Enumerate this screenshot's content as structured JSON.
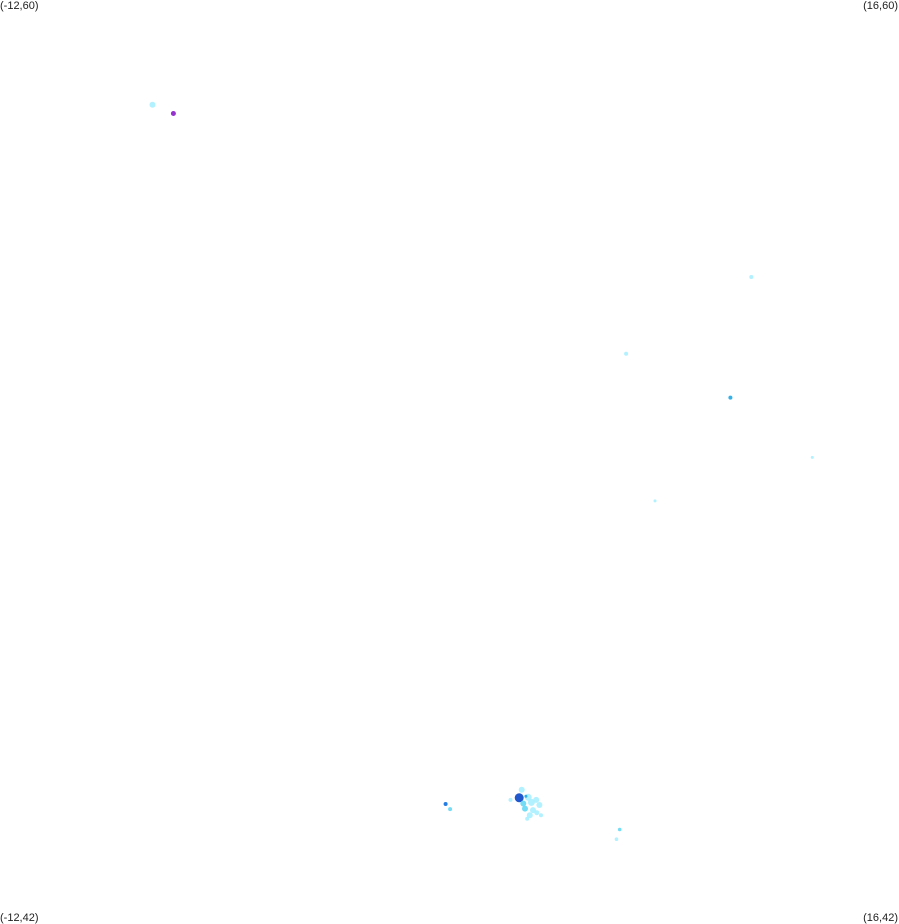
{
  "map": {
    "corner_labels": {
      "top_left": "(-12,60)",
      "top_right": "(16,60)",
      "bottom_left": "(-12,42)",
      "bottom_right": "(16,42)"
    },
    "extent": {
      "lon_min": -12,
      "lon_max": 16,
      "lat_min": 42,
      "lat_max": 60
    },
    "colors": {
      "very_light": "#aaf0ff",
      "light": "#66d8f5",
      "medium": "#1fa8e8",
      "strong": "#0d6fe0",
      "dark": "#0a46c8",
      "purple": "#8a1cc9"
    },
    "points": [
      {
        "lon": -7.25,
        "lat": 57.95,
        "size": 3,
        "level": "very_light"
      },
      {
        "lon": -6.6,
        "lat": 57.78,
        "size": 2.5,
        "level": "purple"
      },
      {
        "lon": 7.5,
        "lat": 53.08,
        "size": 2,
        "level": "very_light"
      },
      {
        "lon": 11.4,
        "lat": 54.58,
        "size": 2,
        "level": "very_light"
      },
      {
        "lon": 10.75,
        "lat": 52.22,
        "size": 2,
        "level": "medium"
      },
      {
        "lon": 13.3,
        "lat": 51.05,
        "size": 1.5,
        "level": "very_light"
      },
      {
        "lon": 8.4,
        "lat": 50.2,
        "size": 1.5,
        "level": "very_light"
      },
      {
        "lon": 1.88,
        "lat": 44.27,
        "size": 2,
        "level": "strong"
      },
      {
        "lon": 2.02,
        "lat": 44.17,
        "size": 2,
        "level": "light"
      },
      {
        "lon": 4.17,
        "lat": 44.39,
        "size": 4.5,
        "level": "dark"
      },
      {
        "lon": 4.25,
        "lat": 44.55,
        "size": 3,
        "level": "very_light"
      },
      {
        "lon": 4.45,
        "lat": 44.4,
        "size": 3.5,
        "level": "very_light"
      },
      {
        "lon": 4.55,
        "lat": 44.3,
        "size": 3.5,
        "level": "very_light"
      },
      {
        "lon": 4.7,
        "lat": 44.35,
        "size": 3,
        "level": "very_light"
      },
      {
        "lon": 4.8,
        "lat": 44.25,
        "size": 3,
        "level": "very_light"
      },
      {
        "lon": 4.35,
        "lat": 44.18,
        "size": 3,
        "level": "light"
      },
      {
        "lon": 4.6,
        "lat": 44.15,
        "size": 3,
        "level": "very_light"
      },
      {
        "lon": 4.5,
        "lat": 44.05,
        "size": 3,
        "level": "very_light"
      },
      {
        "lon": 4.72,
        "lat": 44.1,
        "size": 2.5,
        "level": "very_light"
      },
      {
        "lon": 4.3,
        "lat": 44.28,
        "size": 3,
        "level": "light"
      },
      {
        "lon": 4.85,
        "lat": 44.05,
        "size": 2,
        "level": "very_light"
      },
      {
        "lon": 4.42,
        "lat": 43.98,
        "size": 2,
        "level": "very_light"
      },
      {
        "lon": 3.9,
        "lat": 44.35,
        "size": 2,
        "level": "very_light"
      },
      {
        "lon": 4.38,
        "lat": 44.42,
        "size": 1.5,
        "level": "medium"
      },
      {
        "lon": 7.3,
        "lat": 43.77,
        "size": 1.8,
        "level": "light"
      },
      {
        "lon": 7.2,
        "lat": 43.58,
        "size": 1.8,
        "level": "very_light"
      }
    ]
  }
}
